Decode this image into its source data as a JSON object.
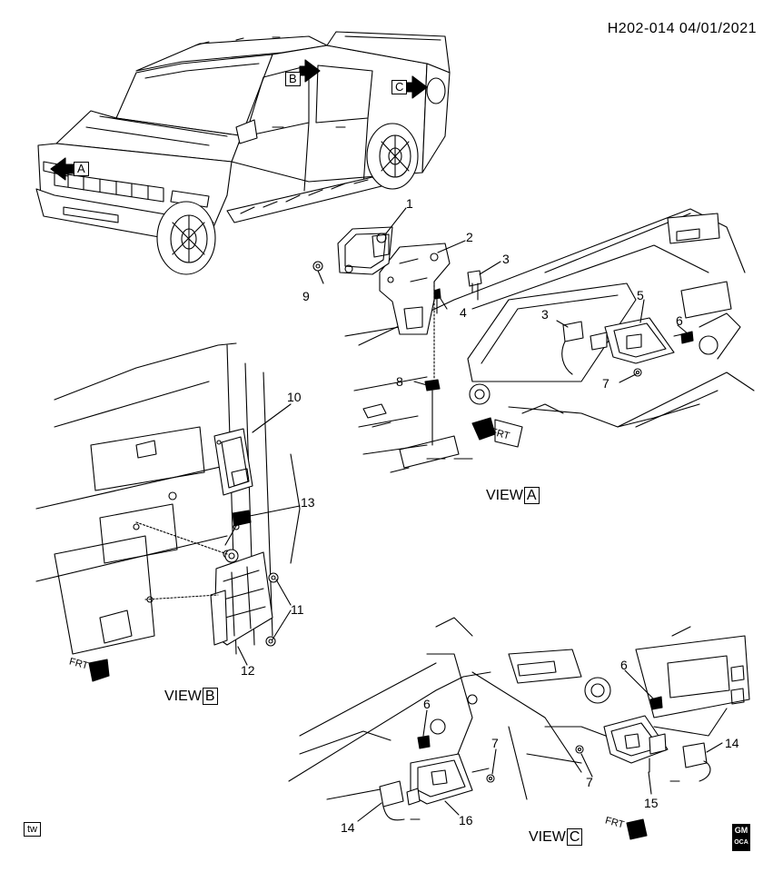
{
  "header": {
    "ref": "H202-014  04/01/2021"
  },
  "view_markers": {
    "a": "A",
    "b": "B",
    "c": "C"
  },
  "views": {
    "a": {
      "prefix": "VIEW",
      "box": "A"
    },
    "b": {
      "prefix": "VIEW",
      "box": "B"
    },
    "c": {
      "prefix": "VIEW",
      "box": "C"
    }
  },
  "frt": "FRT",
  "tw": "tw",
  "logo": {
    "top": "GM",
    "bottom": "OCA"
  },
  "callouts": {
    "a1": "1",
    "a2": "2",
    "a3": "3",
    "a3b": "3",
    "a4": "4",
    "a5": "5",
    "a6": "6",
    "a7": "7",
    "a8": "8",
    "a9": "9",
    "b10": "10",
    "b11": "11",
    "b12": "12",
    "b13": "13",
    "c6": "6",
    "c6b": "6",
    "c7": "7",
    "c7b": "7",
    "c14": "14",
    "c14b": "14",
    "c15": "15",
    "c16": "16"
  }
}
